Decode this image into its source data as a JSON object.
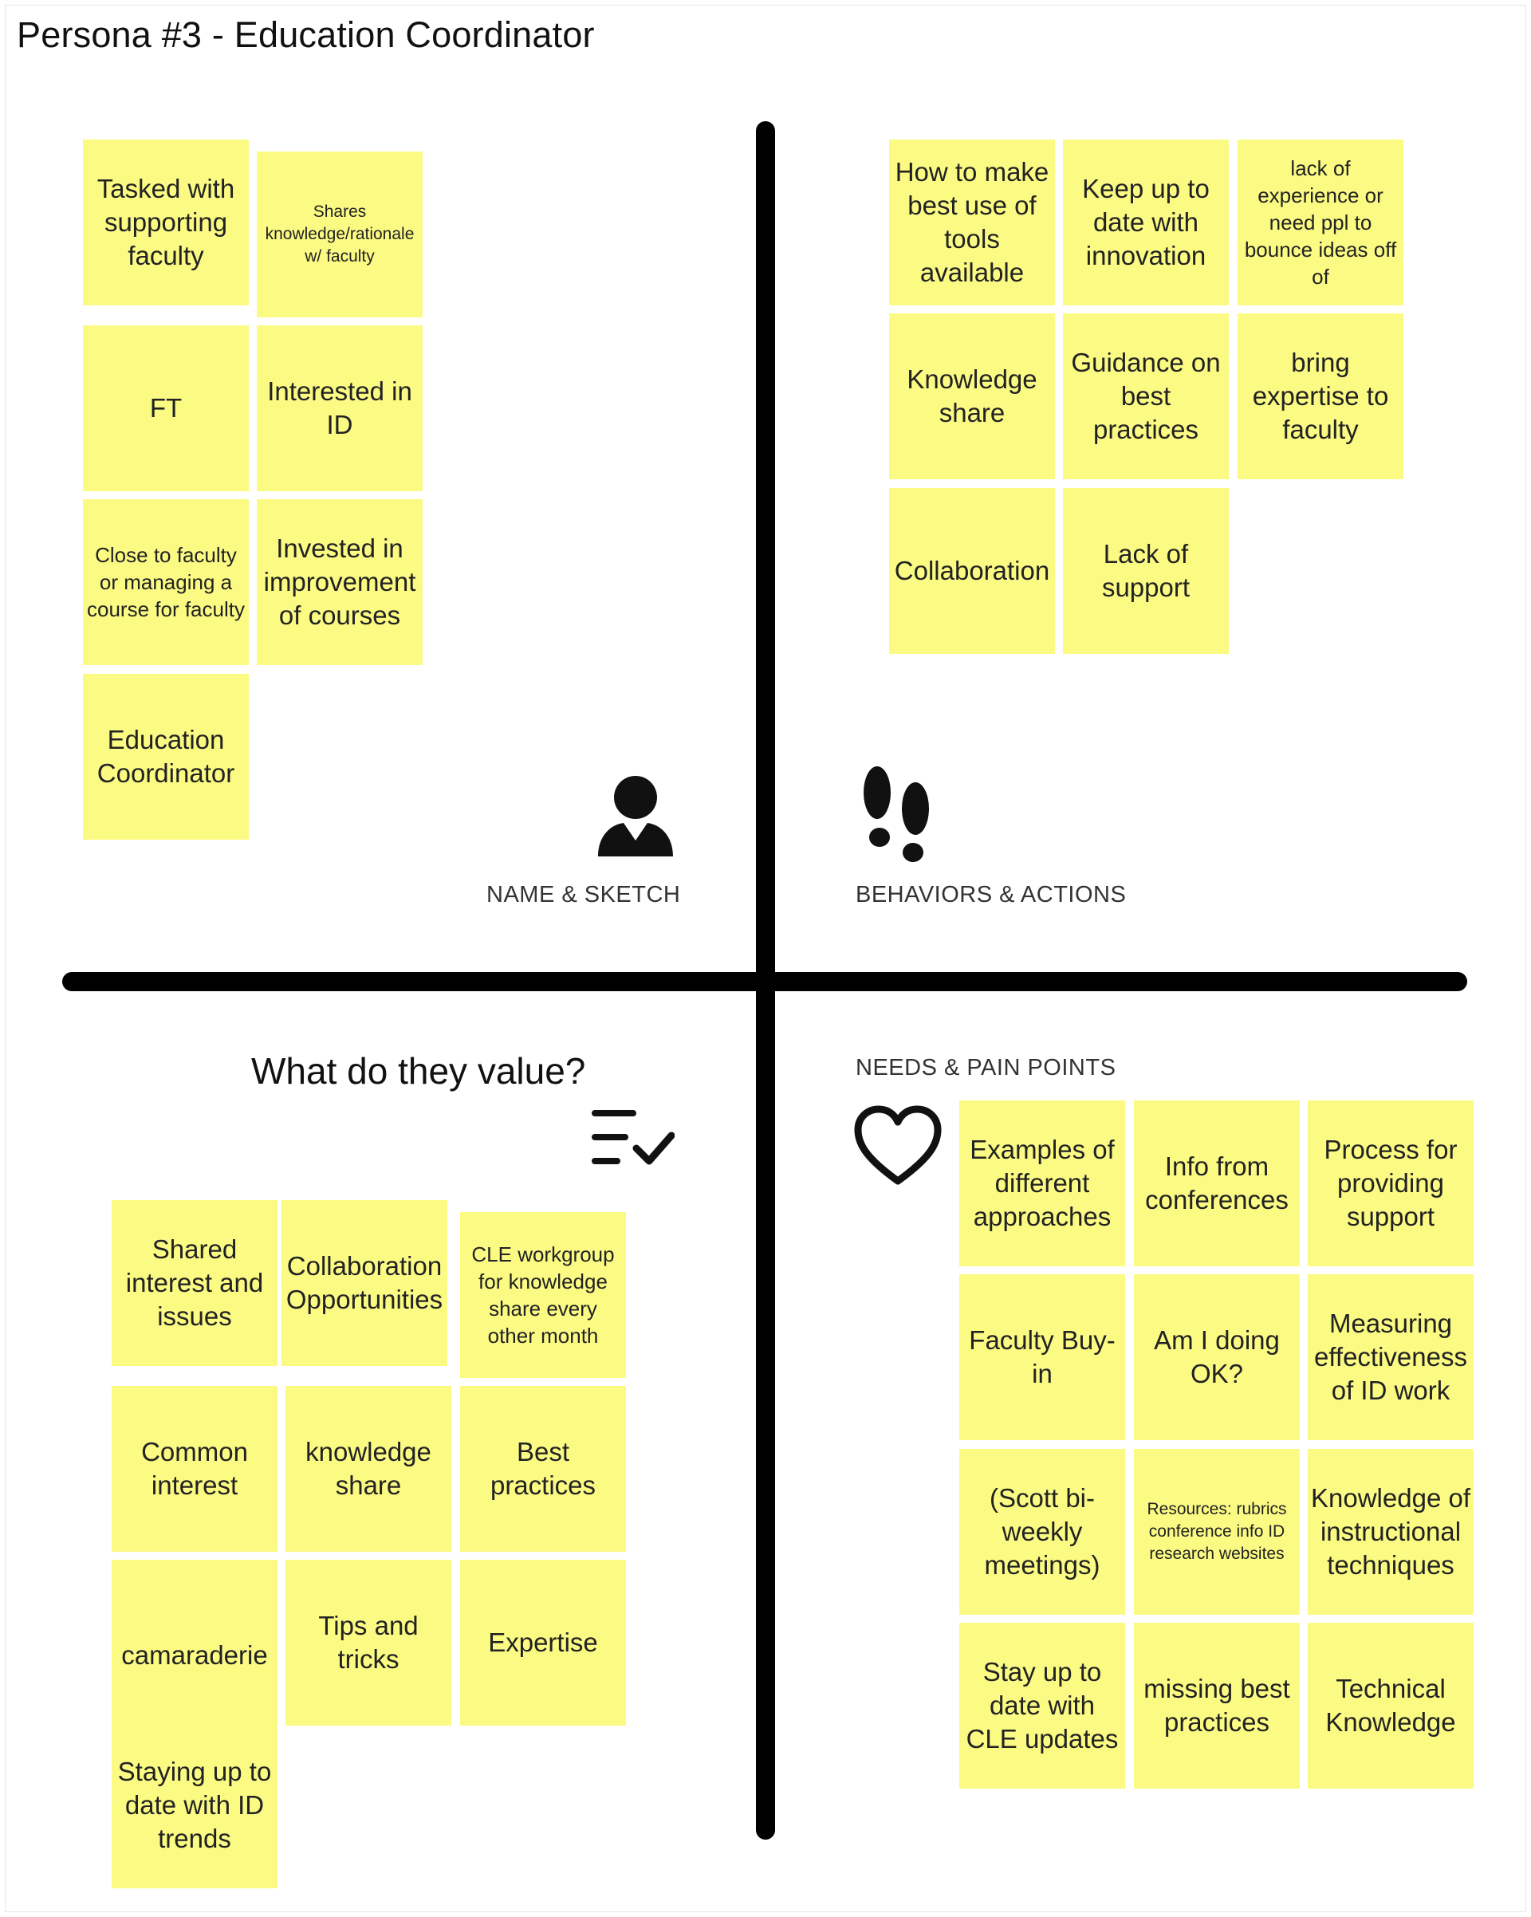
{
  "title": "Persona #3 - Education Coordinator",
  "quadrants": {
    "name_sketch": {
      "label": "NAME & SKETCH",
      "notes": [
        "Tasked with supporting faculty",
        "Shares knowledge/rationale w/ faculty",
        "FT",
        "Interested in ID",
        "Close to faculty or managing a course for faculty",
        "Invested in improvement of courses",
        "Education Coordinator"
      ]
    },
    "behaviors_actions": {
      "label": "BEHAVIORS & ACTIONS",
      "notes": [
        "How to make best use of tools available",
        "Keep up to date with innovation",
        "lack of experience or need ppl to bounce ideas off of",
        "Knowledge share",
        "Guidance on best practices",
        "bring expertise to faculty",
        "Collaboration",
        "Lack of support"
      ]
    },
    "values": {
      "heading": "What do they value?",
      "notes": [
        "Shared interest and issues",
        "Collaboration Opportunities",
        "CLE workgroup for  knowledge share every other month",
        "Common interest",
        "knowledge share",
        "Best practices",
        "camaraderie",
        "Tips and tricks",
        "Expertise",
        "Staying up to date with ID trends"
      ]
    },
    "needs_pain_points": {
      "label": "NEEDS & PAIN POINTS",
      "notes": [
        "Examples of different approaches",
        "Info from conferences",
        "Process for providing support",
        "Faculty Buy-in",
        "Am I doing OK?",
        "Measuring effectiveness of ID work",
        "(Scott bi-weekly meetings)",
        "Resources: rubrics conference info ID research websites",
        "Knowledge of instructional techniques",
        "Stay up to date with CLE updates",
        "missing best practices",
        "Technical Knowledge"
      ]
    }
  },
  "icons": {
    "name_sketch": "person-icon",
    "behaviors_actions": "footprints-icon",
    "values": "checklist-icon",
    "needs_pain_points": "heart-icon"
  },
  "colors": {
    "sticky_note": "#fbfb84",
    "axis": "#000000"
  }
}
